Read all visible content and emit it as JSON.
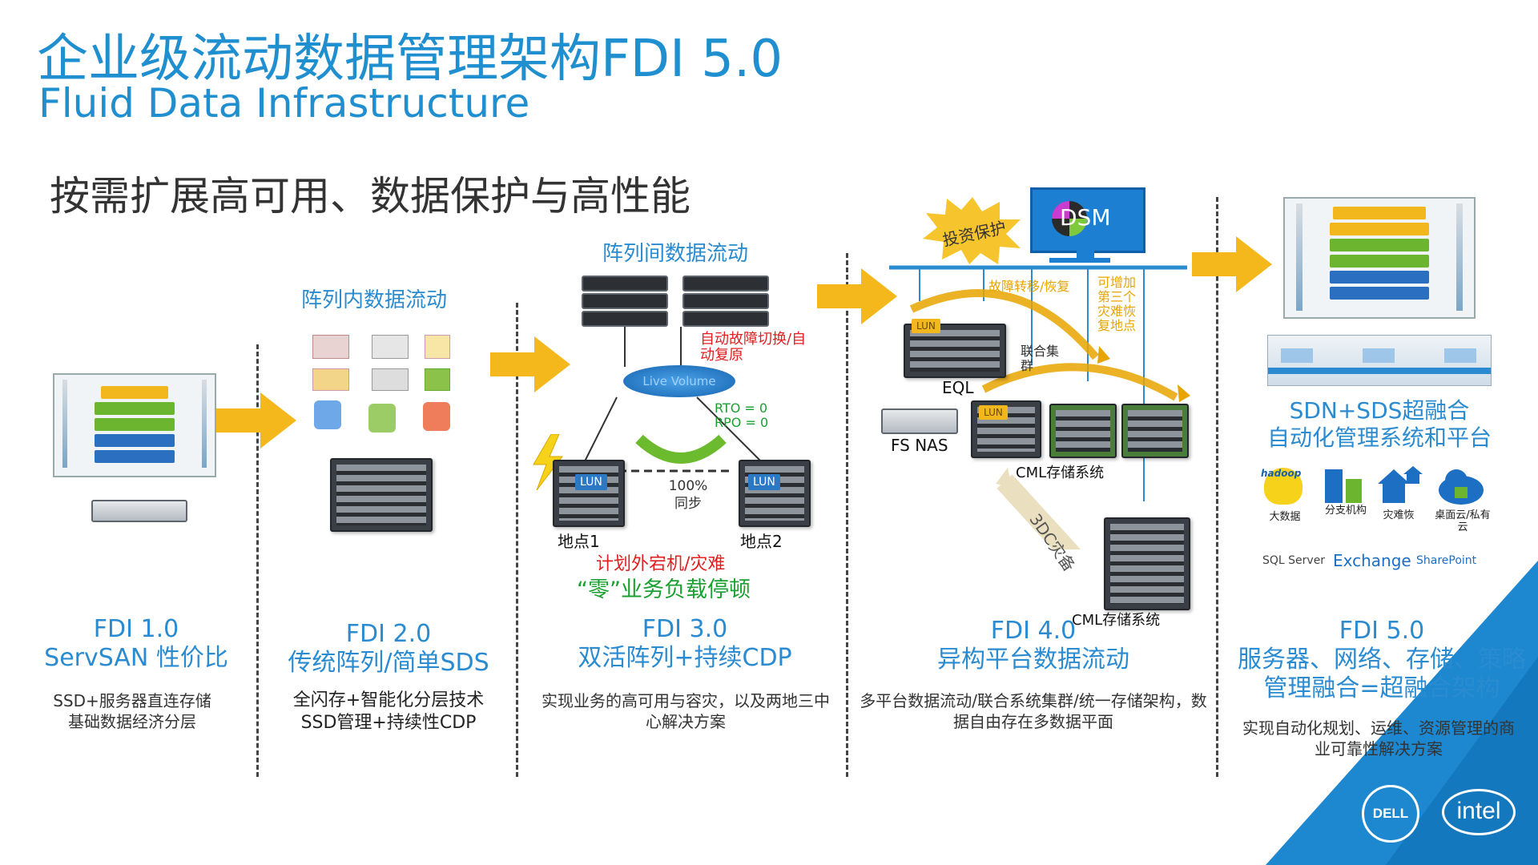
{
  "header": {
    "title": "企业级流动数据管理架构FDI 5.0",
    "subtitle": "Fluid Data Infrastructure",
    "heading": "按需扩展高可用、数据保护与高性能"
  },
  "colors": {
    "accent": "#2a8bd0",
    "arrow": "#f5b81c",
    "red": "#e02020",
    "green": "#1aa030",
    "gold": "#e8a400"
  },
  "stage1": {
    "h1": "FDI 1.0",
    "h2": "ServSAN 性价比",
    "d1": "SSD+服务器直连存储",
    "d2": "基础数据经济分层"
  },
  "stage2": {
    "top": "阵列内数据流动",
    "h1": "FDI 2.0",
    "h2": "传统阵列/简单SDS",
    "d1": "全闪存+智能化分层技术",
    "d2": "SSD管理+持续性CDP"
  },
  "stage3": {
    "top": "阵列间数据流动",
    "failover": "自动故障切换/自动复原",
    "live_volume": "Live Volume",
    "rto": "RTO = 0",
    "rpo": "RPO = 0",
    "lun": "LUN",
    "sync": "100% 同步",
    "site1": "地点1",
    "site2": "地点2",
    "disaster": "计划外宕机/灾难",
    "zero": "“零”业务负载停顿",
    "h1": "FDI 3.0",
    "h2": "双活阵列+持续CDP",
    "d": "实现业务的高可用与容灾，以及两地三中心解决方案"
  },
  "stage4": {
    "protect": "投资保护",
    "dsm": "DSM",
    "failover": "故障转移/恢复",
    "add_site": "可增加第三个灾难恢复地点",
    "federation": "联合集群",
    "eql": "EQL",
    "fsnas": "FS NAS",
    "lun": "LUN",
    "cml1": "CML存储系统",
    "dr3": "3DC灾备",
    "cml2": "CML存储系统",
    "h1": "FDI 4.0",
    "h2": "异构平台数据流动",
    "d": "多平台数据流动/联合系统集群/统一存储架构，数据自由存在多数据平面"
  },
  "stage5": {
    "h_top1": "SDN+SDS超融合",
    "h_top2": "自动化管理系统和平台",
    "icons": [
      "大数据",
      "分支机构",
      "灾难恢",
      "桌面云/私有云"
    ],
    "hadoop": "hadoop",
    "apps": [
      "SQL Server",
      "Exchange",
      "SharePoint"
    ],
    "h1": "FDI 5.0",
    "h2": "服务器、网络、存储、策略",
    "h3": "管理融合=超融合架构",
    "d": "实现自动化规划、运维、资源管理的商业可靠性解决方案"
  },
  "logos": {
    "dell": "DELL",
    "intel": "intel"
  }
}
